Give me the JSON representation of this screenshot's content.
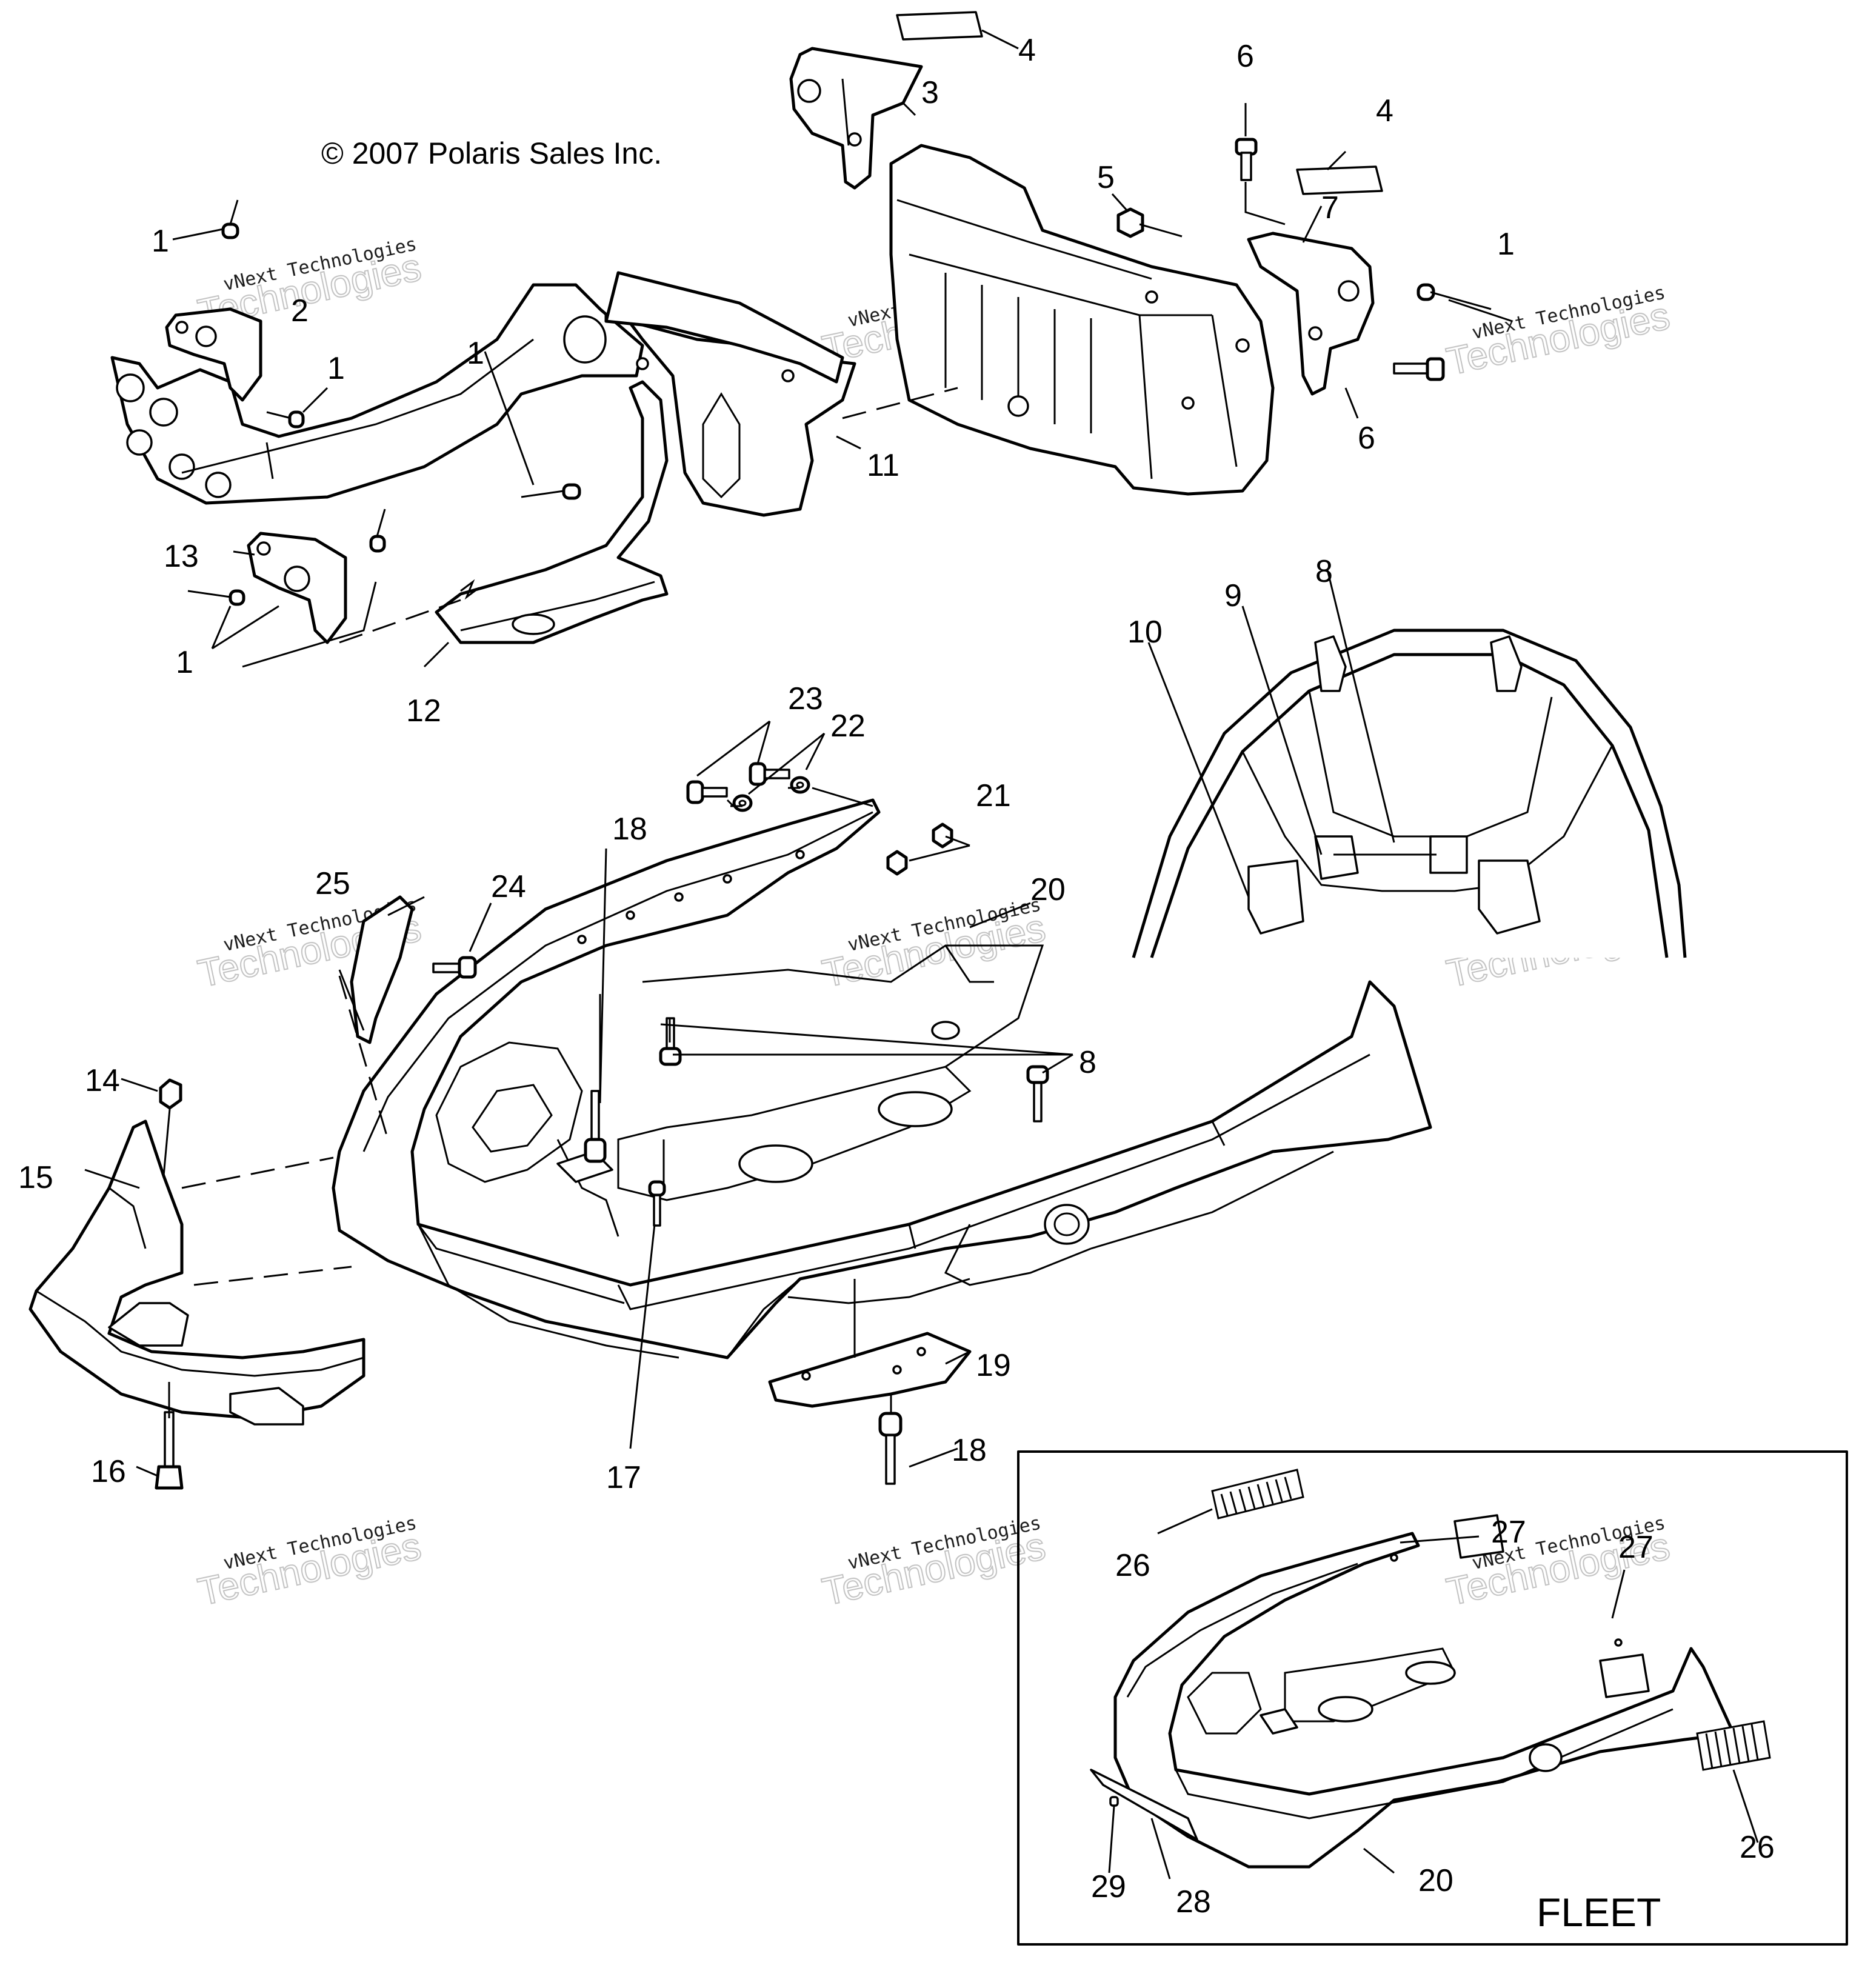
{
  "copyright": "© 2007 Polaris Sales Inc.",
  "watermark": {
    "line1": "vNext Technologies",
    "line2": "Technologies"
  },
  "inset_label": "FLEET",
  "callouts": {
    "c1a": "1",
    "c1b": "1",
    "c1c": "1",
    "c1d": "1",
    "c1e": "1",
    "c2": "2",
    "c3": "3",
    "c4a": "4",
    "c4b": "4",
    "c5": "5",
    "c6a": "6",
    "c6b": "6",
    "c7": "7",
    "c8a": "8",
    "c8b": "8",
    "c9": "9",
    "c10": "10",
    "c11": "11",
    "c12": "12",
    "c13": "13",
    "c14": "14",
    "c15": "15",
    "c16": "16",
    "c17": "17",
    "c18a": "18",
    "c18b": "18",
    "c19": "19",
    "c20a": "20",
    "c20b": "20",
    "c21": "21",
    "c22": "22",
    "c23": "23",
    "c24": "24",
    "c25": "25",
    "c26a": "26",
    "c26b": "26",
    "c27a": "27",
    "c27b": "27",
    "c28": "28",
    "c29": "29"
  }
}
